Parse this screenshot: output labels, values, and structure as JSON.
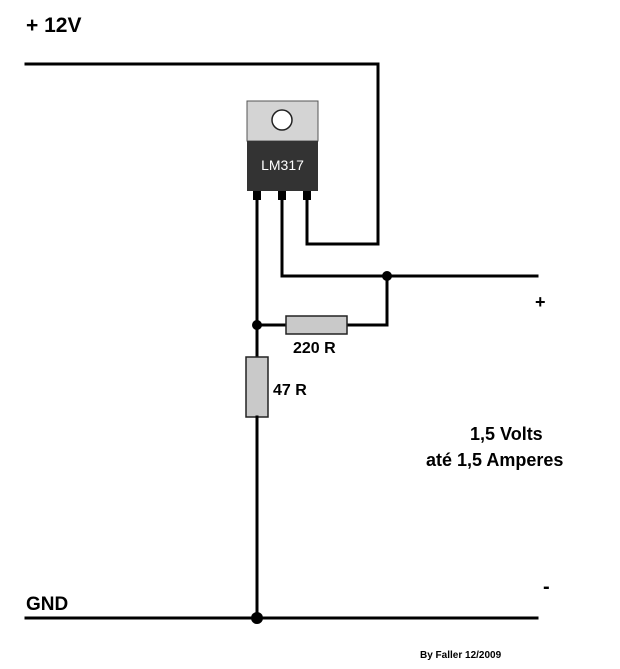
{
  "supply": {
    "label": "+ 12V"
  },
  "ground": {
    "label": "GND"
  },
  "regulator": {
    "label": "LM317"
  },
  "resistors": {
    "r1": {
      "label": "220 R"
    },
    "r2": {
      "label": "47 R"
    }
  },
  "output": {
    "plus": "+",
    "minus": "-",
    "spec_line1": "1,5 Volts",
    "spec_line2": "até 1,5  Amperes"
  },
  "credit": "By Faller 12/2009",
  "colors": {
    "wire": "#000000",
    "ic_body": "#333333",
    "ic_tab": "#d4d4d4",
    "resistor_fill": "#c9c9c9"
  }
}
